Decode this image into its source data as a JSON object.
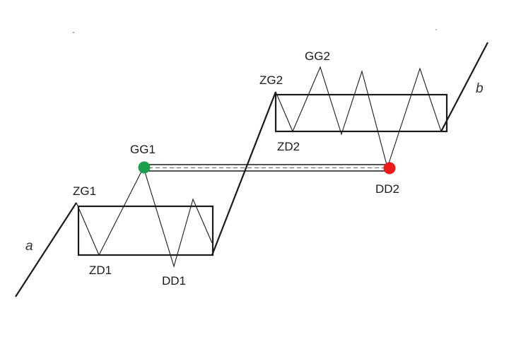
{
  "labels": {
    "a": "a",
    "b": "b",
    "zg1": "ZG1",
    "zd1": "ZD1",
    "gg1": "GG1",
    "dd1": "DD1",
    "zg2": "ZG2",
    "zd2": "ZD2",
    "gg2": "GG2",
    "dd2": "DD2"
  },
  "colors": {
    "line": "#1a1a1a",
    "gg1_dot": "#1aa04a",
    "dd2_dot": "#ee1b1b",
    "connector_dash": "#777777"
  }
}
